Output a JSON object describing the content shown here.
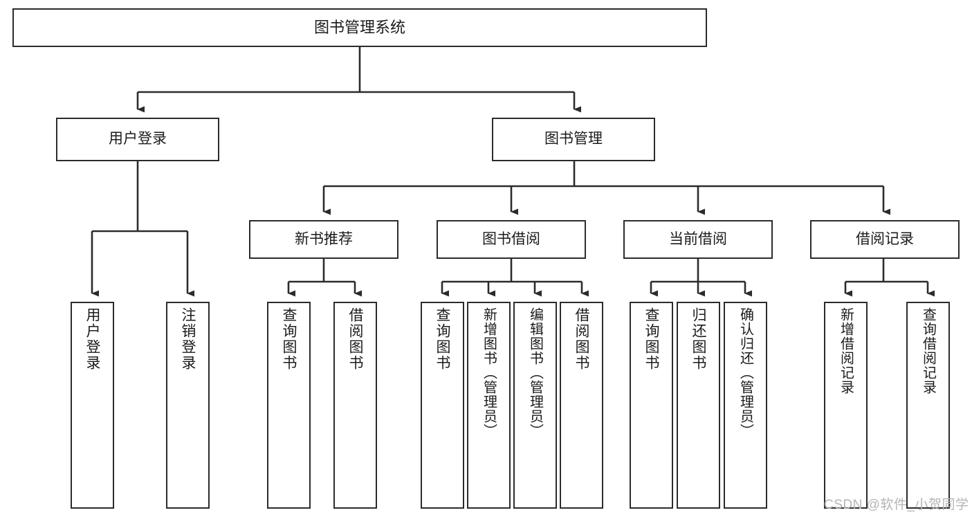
{
  "diagram": {
    "title": "图书管理系统",
    "type": "hierarchy-tree",
    "colors": {
      "stroke": "#2b2b2b",
      "fill": "#ffffff",
      "text": "#1b1b1b",
      "watermark": "#b4b4b4"
    },
    "levels": {
      "root": {
        "label": "图书管理系统"
      },
      "level2": [
        {
          "label": "用户登录"
        },
        {
          "label": "图书管理"
        }
      ],
      "level3": [
        {
          "label": "新书推荐"
        },
        {
          "label": "图书借阅"
        },
        {
          "label": "当前借阅"
        },
        {
          "label": "借阅记录"
        }
      ],
      "leaves": {
        "user_login": [
          {
            "label": "用户登录"
          },
          {
            "label": "注销登录"
          }
        ],
        "new_book_recommend": [
          {
            "label": "查询图书"
          },
          {
            "label": "借阅图书"
          }
        ],
        "book_borrow": [
          {
            "label": "查询图书"
          },
          {
            "label": "新增图书（管理员）"
          },
          {
            "label": "编辑图书（管理员）"
          },
          {
            "label": "借阅图书"
          }
        ],
        "current_borrow": [
          {
            "label": "查询图书"
          },
          {
            "label": "归还图书"
          },
          {
            "label": "确认归还（管理员）"
          }
        ],
        "borrow_record": [
          {
            "label": "新增借阅记录"
          },
          {
            "label": "查询借阅记录"
          }
        ]
      }
    },
    "watermark": "CSDN @软件_小贺同学"
  }
}
